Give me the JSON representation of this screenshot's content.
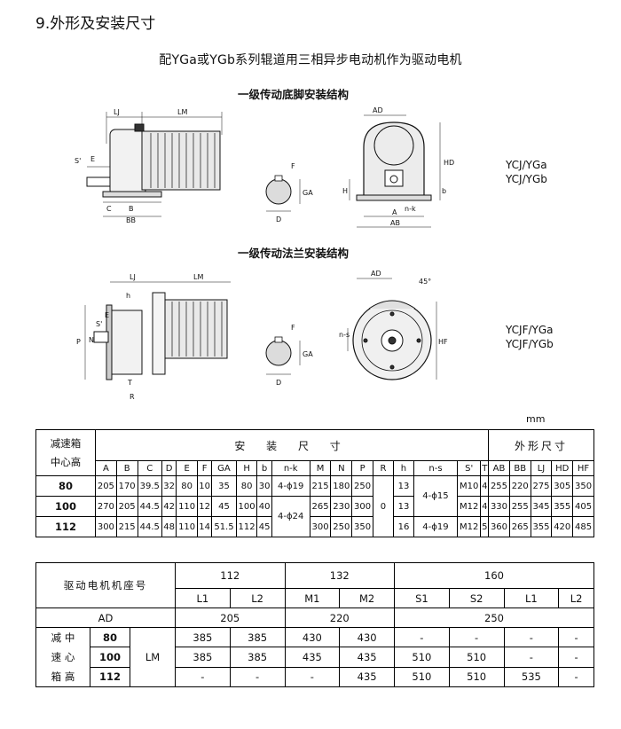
{
  "section_title": "9.外形及安装尺寸",
  "subtitle": "配YGa或YGb系列辊道用三相异步电动机作为驱动电机",
  "diagrams": {
    "foot_caption": "一级传动底脚安装结构",
    "flange_caption": "一级传动法兰安装结构",
    "foot_models": [
      "YCJ/YGa",
      "YCJ/YGb"
    ],
    "flange_models": [
      "YCJF/YGa",
      "YCJF/YGb"
    ],
    "labels": {
      "LJ": "LJ",
      "LM": "LM",
      "S": "S'",
      "E": "E",
      "C": "C",
      "B": "B",
      "BB": "BB",
      "F": "F",
      "GA": "GA",
      "D": "D",
      "AD": "AD",
      "HD": "HD",
      "H": "H",
      "b": "b",
      "nk": "n-k",
      "A": "A",
      "AB": "AB",
      "h": "h",
      "P": "P",
      "N": "N",
      "T": "T",
      "R": "R",
      "deg45": "45°",
      "ns": "n-s",
      "HF": "HF"
    }
  },
  "unit": "mm",
  "table1": {
    "header_left": [
      "减速箱",
      "中心高"
    ],
    "header_install": "安 装 尺 寸",
    "header_outline": "外形尺寸",
    "columns": [
      "A",
      "B",
      "C",
      "D",
      "E",
      "F",
      "GA",
      "H",
      "b",
      "n-k",
      "M",
      "N",
      "P",
      "R",
      "h",
      "n-s",
      "S'",
      "T",
      "AB",
      "BB",
      "LJ",
      "HD",
      "HF"
    ],
    "rows": [
      {
        "center": "80",
        "A": "205",
        "B": "170",
        "C": "39.5",
        "D": "32",
        "E": "80",
        "F": "10",
        "GA": "35",
        "H": "80",
        "b": "30",
        "nk": "4-ϕ19",
        "M": "215",
        "N": "180",
        "P": "250",
        "h": "13",
        "S": "M10",
        "T": "4",
        "AB": "255",
        "BB": "220",
        "LJ": "275",
        "HD": "305",
        "HF": "350"
      },
      {
        "center": "100",
        "A": "270",
        "B": "205",
        "C": "44.5",
        "D": "42",
        "E": "110",
        "F": "12",
        "GA": "45",
        "H": "100",
        "b": "40",
        "M": "265",
        "N": "230",
        "P": "300",
        "h": "13",
        "S": "M12",
        "T": "4",
        "AB": "330",
        "BB": "255",
        "LJ": "345",
        "HD": "355",
        "HF": "405"
      },
      {
        "center": "112",
        "A": "300",
        "B": "215",
        "C": "44.5",
        "D": "48",
        "E": "110",
        "F": "14",
        "GA": "51.5",
        "H": "112",
        "b": "45",
        "M": "300",
        "N": "250",
        "P": "350",
        "h": "16",
        "ns": "4-ϕ19",
        "S": "M12",
        "T": "5",
        "AB": "360",
        "BB": "265",
        "LJ": "355",
        "HD": "420",
        "HF": "485"
      }
    ],
    "nk_merged": "4-ϕ24",
    "R_merged": "0",
    "ns_merged": "4-ϕ15"
  },
  "table2": {
    "title": "驱动电机机座号",
    "frames": [
      "112",
      "132",
      "160"
    ],
    "subs": [
      "L1",
      "L2",
      "M1",
      "M2",
      "S1",
      "S2",
      "L1",
      "L2"
    ],
    "ad_label": "AD",
    "ad_values": [
      "205",
      "220",
      "250"
    ],
    "left_label": [
      "减 中",
      "速 心",
      "箱 高"
    ],
    "lm_label": "LM",
    "rows": [
      {
        "center": "80",
        "values": [
          "385",
          "385",
          "430",
          "430",
          "-",
          "-",
          "-",
          "-"
        ]
      },
      {
        "center": "100",
        "values": [
          "385",
          "385",
          "435",
          "435",
          "510",
          "510",
          "-",
          "-"
        ]
      },
      {
        "center": "112",
        "values": [
          "-",
          "-",
          "-",
          "435",
          "510",
          "510",
          "535",
          "-"
        ]
      }
    ]
  }
}
